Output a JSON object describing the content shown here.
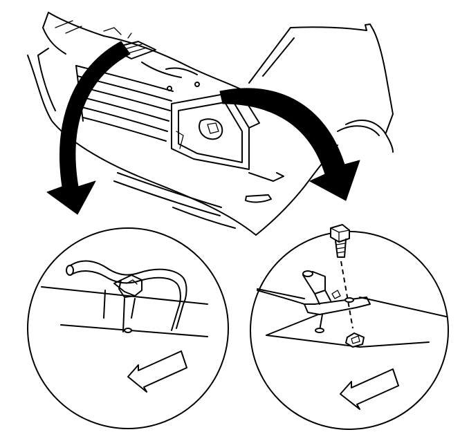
{
  "figure": {
    "kind": "service-manual-line-illustration",
    "subject": "front-bumper-fascia-with-two-detail-views",
    "callouts": [
      {
        "id": "left-detail",
        "shows": "bracket-and-rod-mount"
      },
      {
        "id": "right-detail",
        "shows": "bolt-and-clip-mount"
      }
    ],
    "colors": {
      "ink": "#000000",
      "paper": "#ffffff"
    }
  }
}
